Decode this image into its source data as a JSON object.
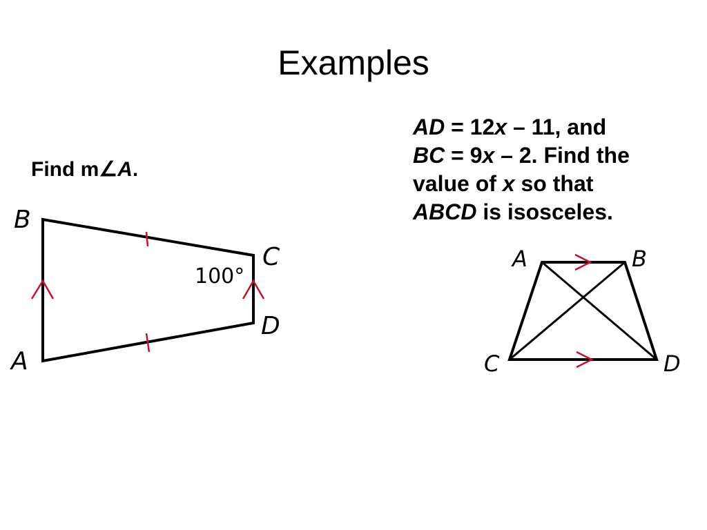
{
  "slide": {
    "title": "Examples"
  },
  "left_problem": {
    "prompt_prefix": "Find m",
    "angle_symbol": "∠",
    "vertex": "A",
    "suffix": ".",
    "figure": {
      "vertex_labels": {
        "B": "B",
        "C": "C",
        "D": "D",
        "A": "A"
      },
      "angle_C": "100°"
    }
  },
  "right_problem": {
    "line1": {
      "seg1": "AD",
      "eq1": " = 12",
      "var1": "x",
      "rest1": " – 11, and"
    },
    "line2": {
      "seg2": "BC",
      "eq2": " = 9",
      "var2": "x",
      "rest2": " – 2. Find the"
    },
    "line3": {
      "pre3": "value of ",
      "var3": "x",
      "post3": " so that"
    },
    "line4": {
      "quad": "ABCD",
      "post4": " is isosceles."
    },
    "figure": {
      "vertex_labels": {
        "A": "A",
        "B": "B",
        "C": "C",
        "D": "D"
      }
    }
  },
  "colors": {
    "stroke": "#000000",
    "mark": "#c8102e"
  }
}
